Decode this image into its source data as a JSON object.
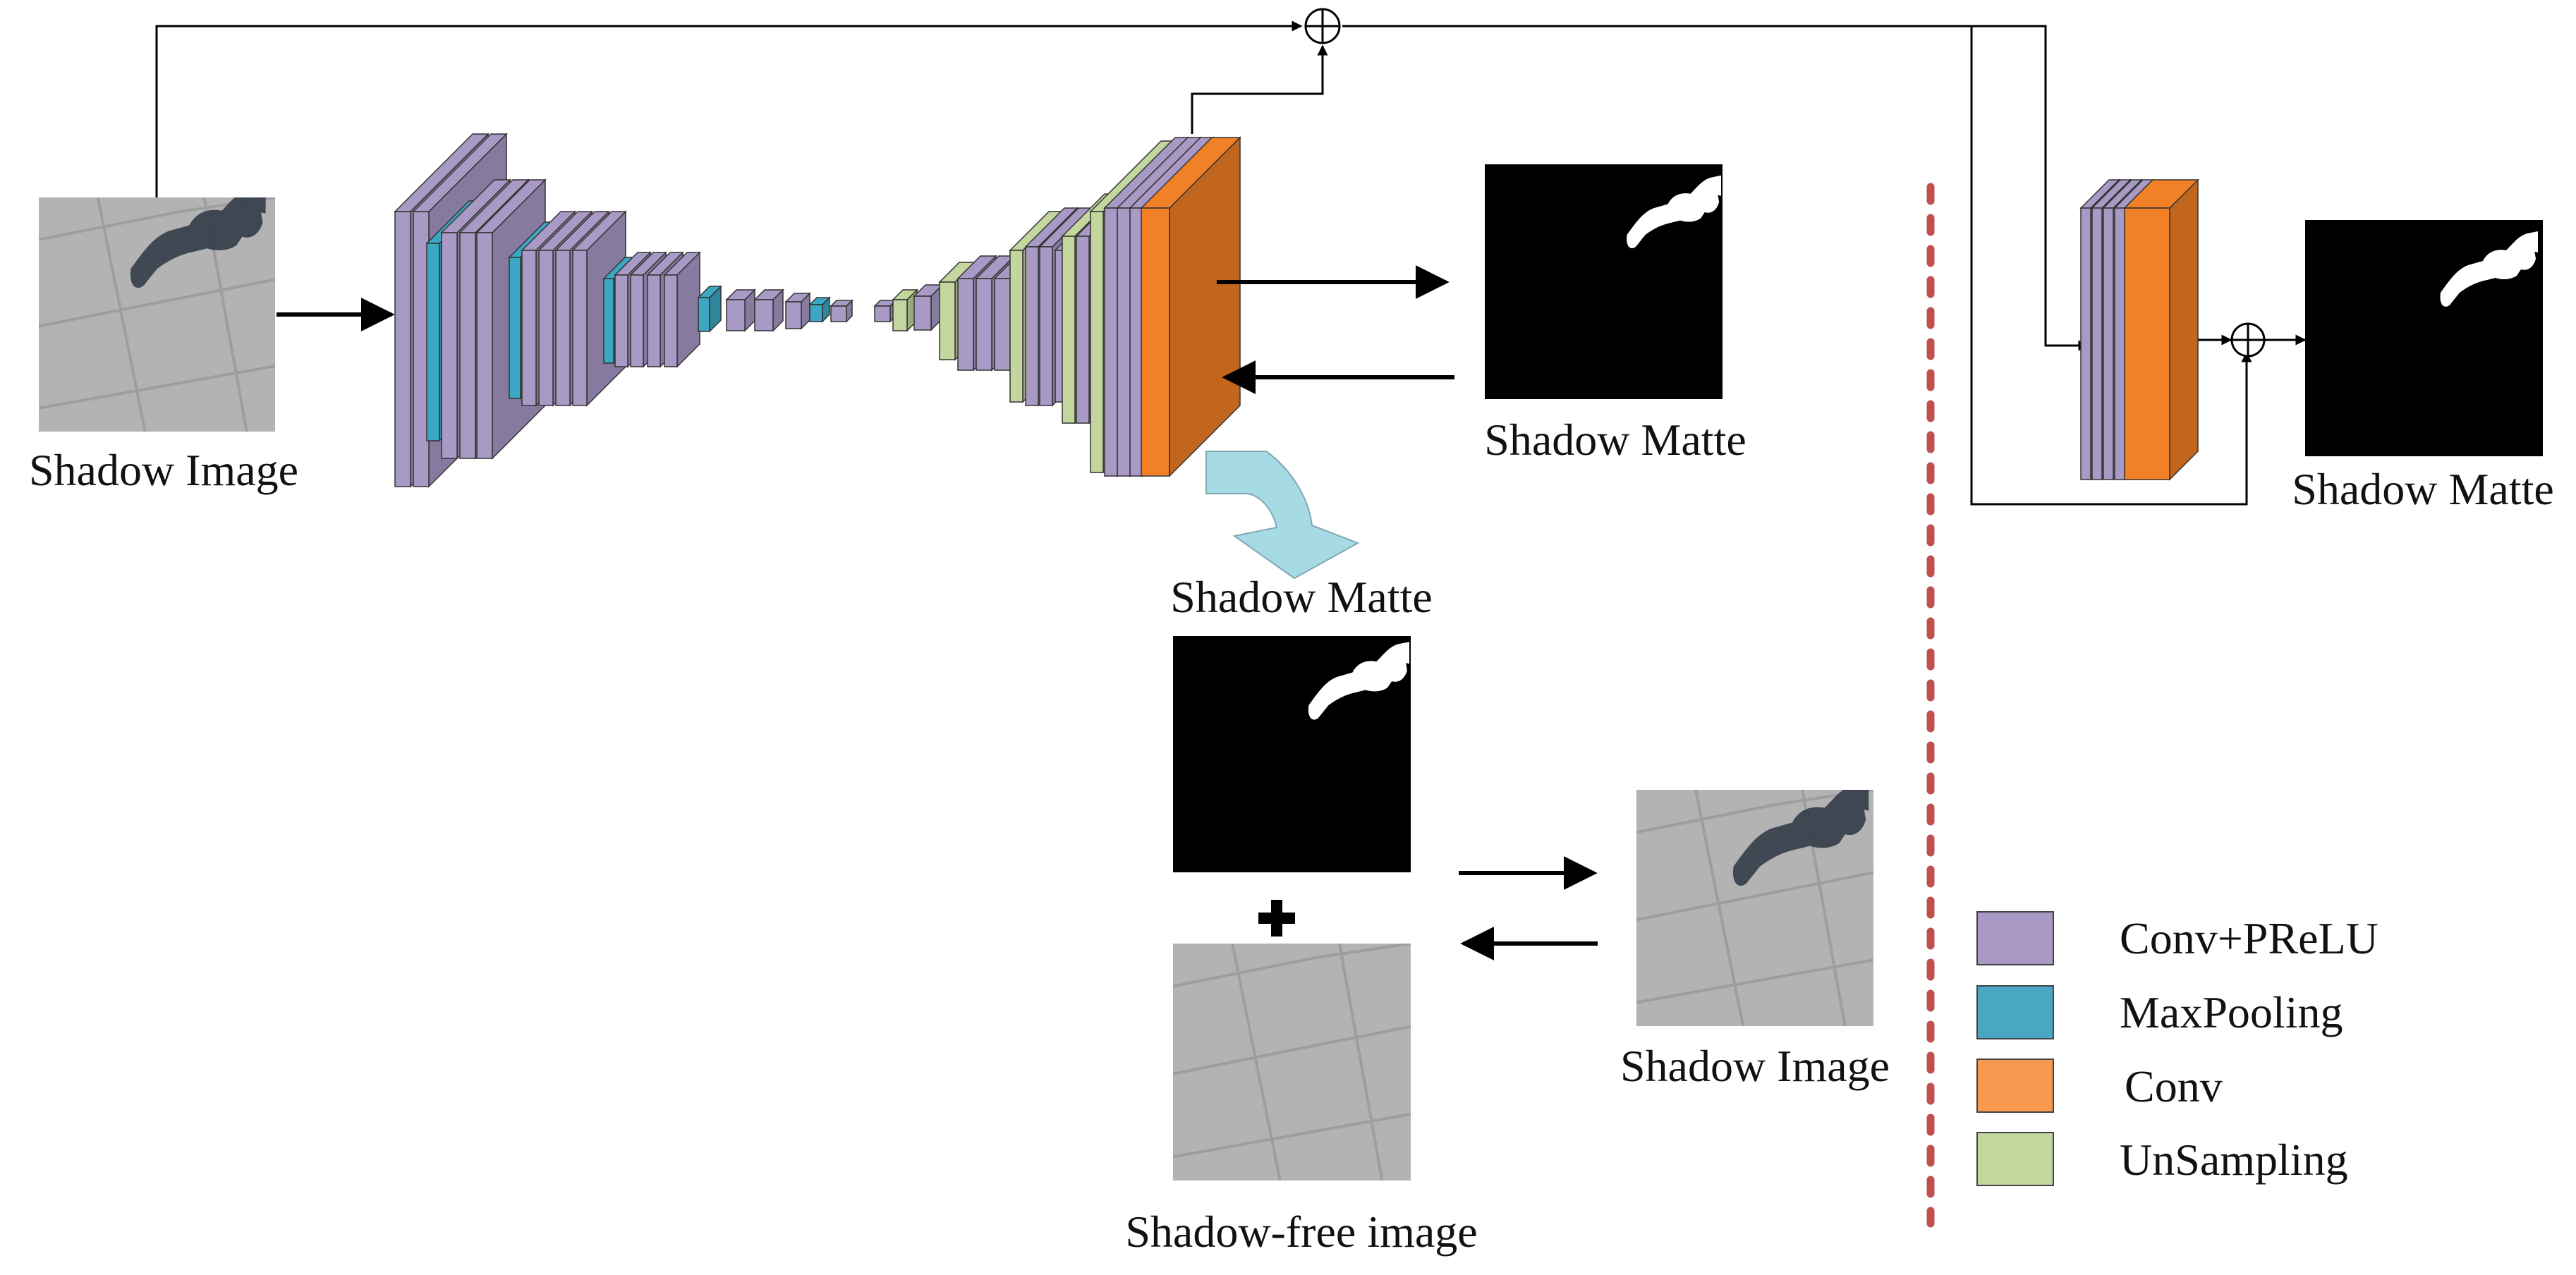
{
  "labels": {
    "input_image": "Shadow Image",
    "top_matte": "Shadow Matte",
    "mid_matte": "Shadow Matte",
    "right_matte": "Shadow Matte",
    "shadow_free": "Shadow-free image",
    "recomposed": "Shadow Image"
  },
  "legend": {
    "items": [
      {
        "label": "Conv+PReLU",
        "color": "#a899c5"
      },
      {
        "label": "MaxPooling",
        "color": "#49a7c3"
      },
      {
        "label": "Conv",
        "color": "#f79a4f"
      },
      {
        "label": "UnSampling",
        "color": "#c2d69e"
      }
    ]
  },
  "colors": {
    "conv_prelu": "#a899c5",
    "maxpool": "#3ba7c2",
    "conv": "#f28026",
    "upsampling": "#c2d69e",
    "divider": "#c0504d",
    "curve_arrow": "#a6dbe6"
  },
  "icons": [
    "plus-icon",
    "sum-circle-icon"
  ]
}
